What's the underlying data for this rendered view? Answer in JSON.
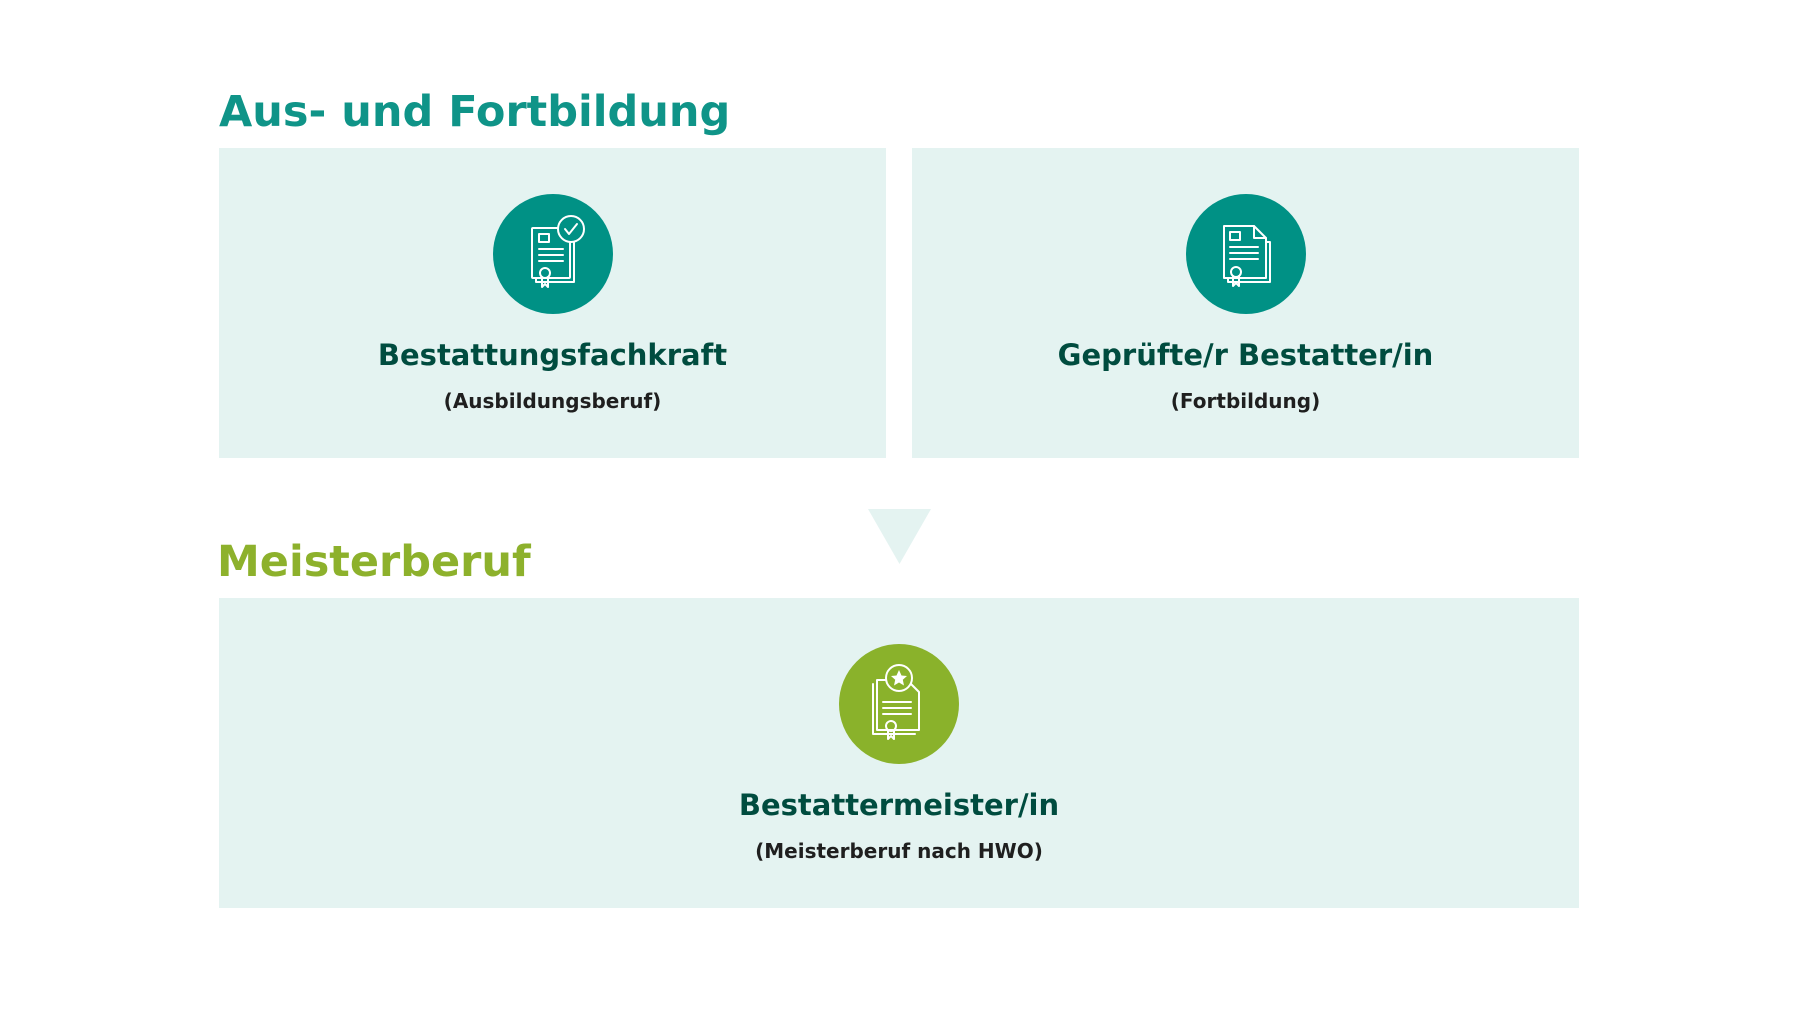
{
  "headings": {
    "training": "Aus- und Fortbildung",
    "master": "Meisterberuf"
  },
  "cards": [
    {
      "title": "Bestattungsfachkraft",
      "subtitle": "(Ausbildungsberuf)",
      "icon": "certificate-check-icon",
      "color": "#009185"
    },
    {
      "title": "Geprüfte/r Bestatter/in",
      "subtitle": "(Fortbildung)",
      "icon": "certificate-document-icon",
      "color": "#009185"
    },
    {
      "title": "Bestattermeister/in",
      "subtitle": "(Meisterberuf nach HWO)",
      "icon": "certificate-star-icon",
      "color": "#8ab22b"
    }
  ],
  "colors": {
    "teal_heading": "#0f9488",
    "green_heading": "#8db12c",
    "panel_background": "#e4f3f1",
    "title_text": "#004c3f",
    "arrow": "#e4f3f1"
  },
  "connector": {
    "icon": "down-arrow-icon"
  }
}
